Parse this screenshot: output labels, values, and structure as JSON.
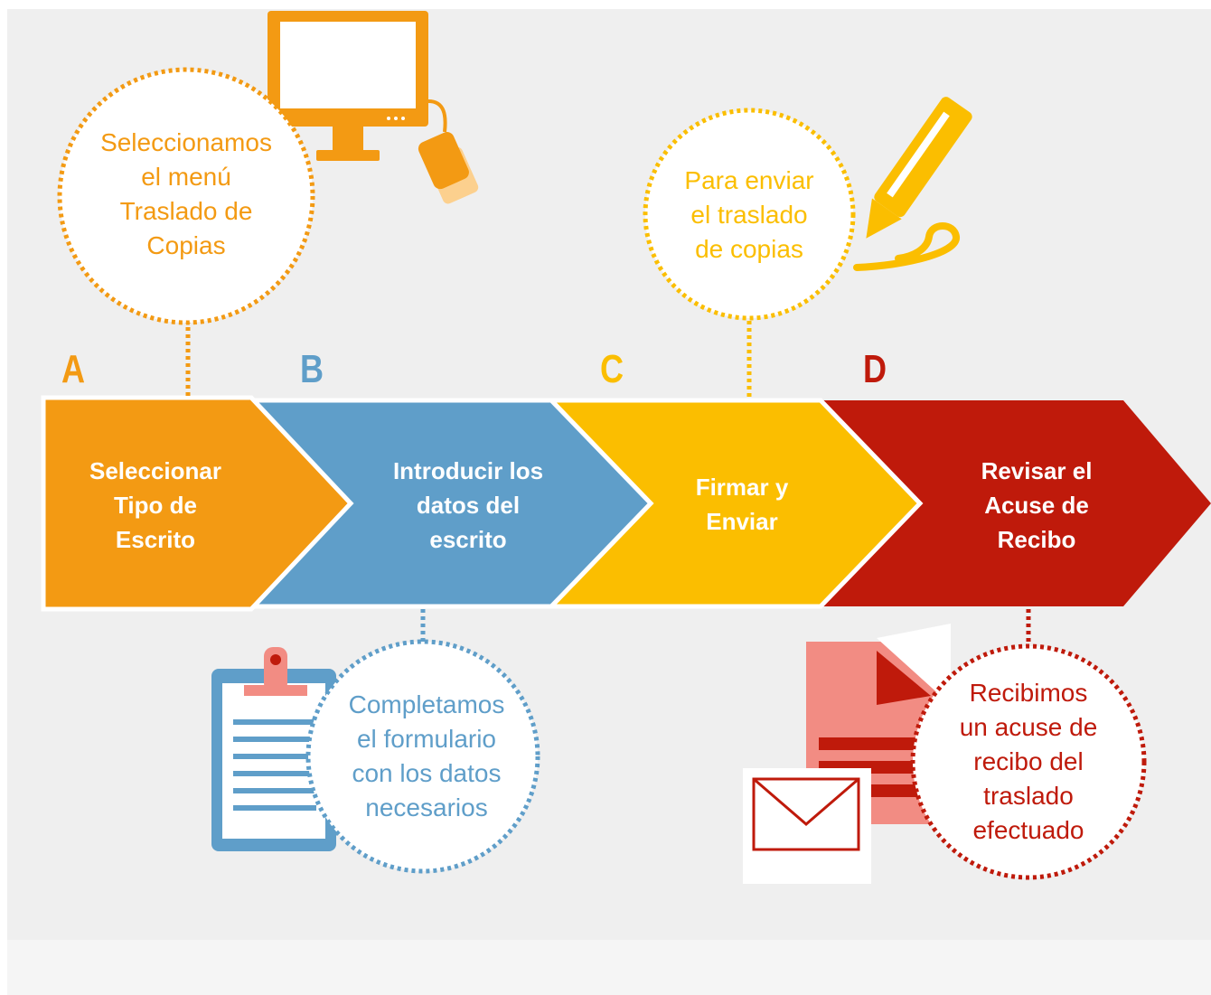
{
  "steps": [
    {
      "letter": "A",
      "label_lines": [
        "Seleccionar",
        "Tipo de",
        "Escrito"
      ],
      "color": "#f39a13"
    },
    {
      "letter": "B",
      "label_lines": [
        "Introducir los",
        "datos del",
        "escrito"
      ],
      "color": "#5f9ec9"
    },
    {
      "letter": "C",
      "label_lines": [
        "Firmar y",
        "Enviar"
      ],
      "color": "#fbbe00"
    },
    {
      "letter": "D",
      "label_lines": [
        "Revisar el",
        "Acuse de",
        "Recibo"
      ],
      "color": "#bf1a0b"
    }
  ],
  "callouts": {
    "a": {
      "lines": [
        "Seleccionamos",
        "el menú",
        "Traslado de",
        "Copias"
      ],
      "icon": "computer-monitor-icon"
    },
    "b": {
      "lines": [
        "Completamos",
        "el formulario",
        "con los datos",
        "necesarios"
      ],
      "icon": "clipboard-icon"
    },
    "c": {
      "lines": [
        "Para enviar",
        "el traslado",
        "de copias"
      ],
      "icon": "pen-signature-icon"
    },
    "d": {
      "lines": [
        "Recibimos",
        "un acuse de",
        "recibo del",
        "traslado",
        "efectuado"
      ],
      "icon": "document-envelope-icon"
    }
  }
}
